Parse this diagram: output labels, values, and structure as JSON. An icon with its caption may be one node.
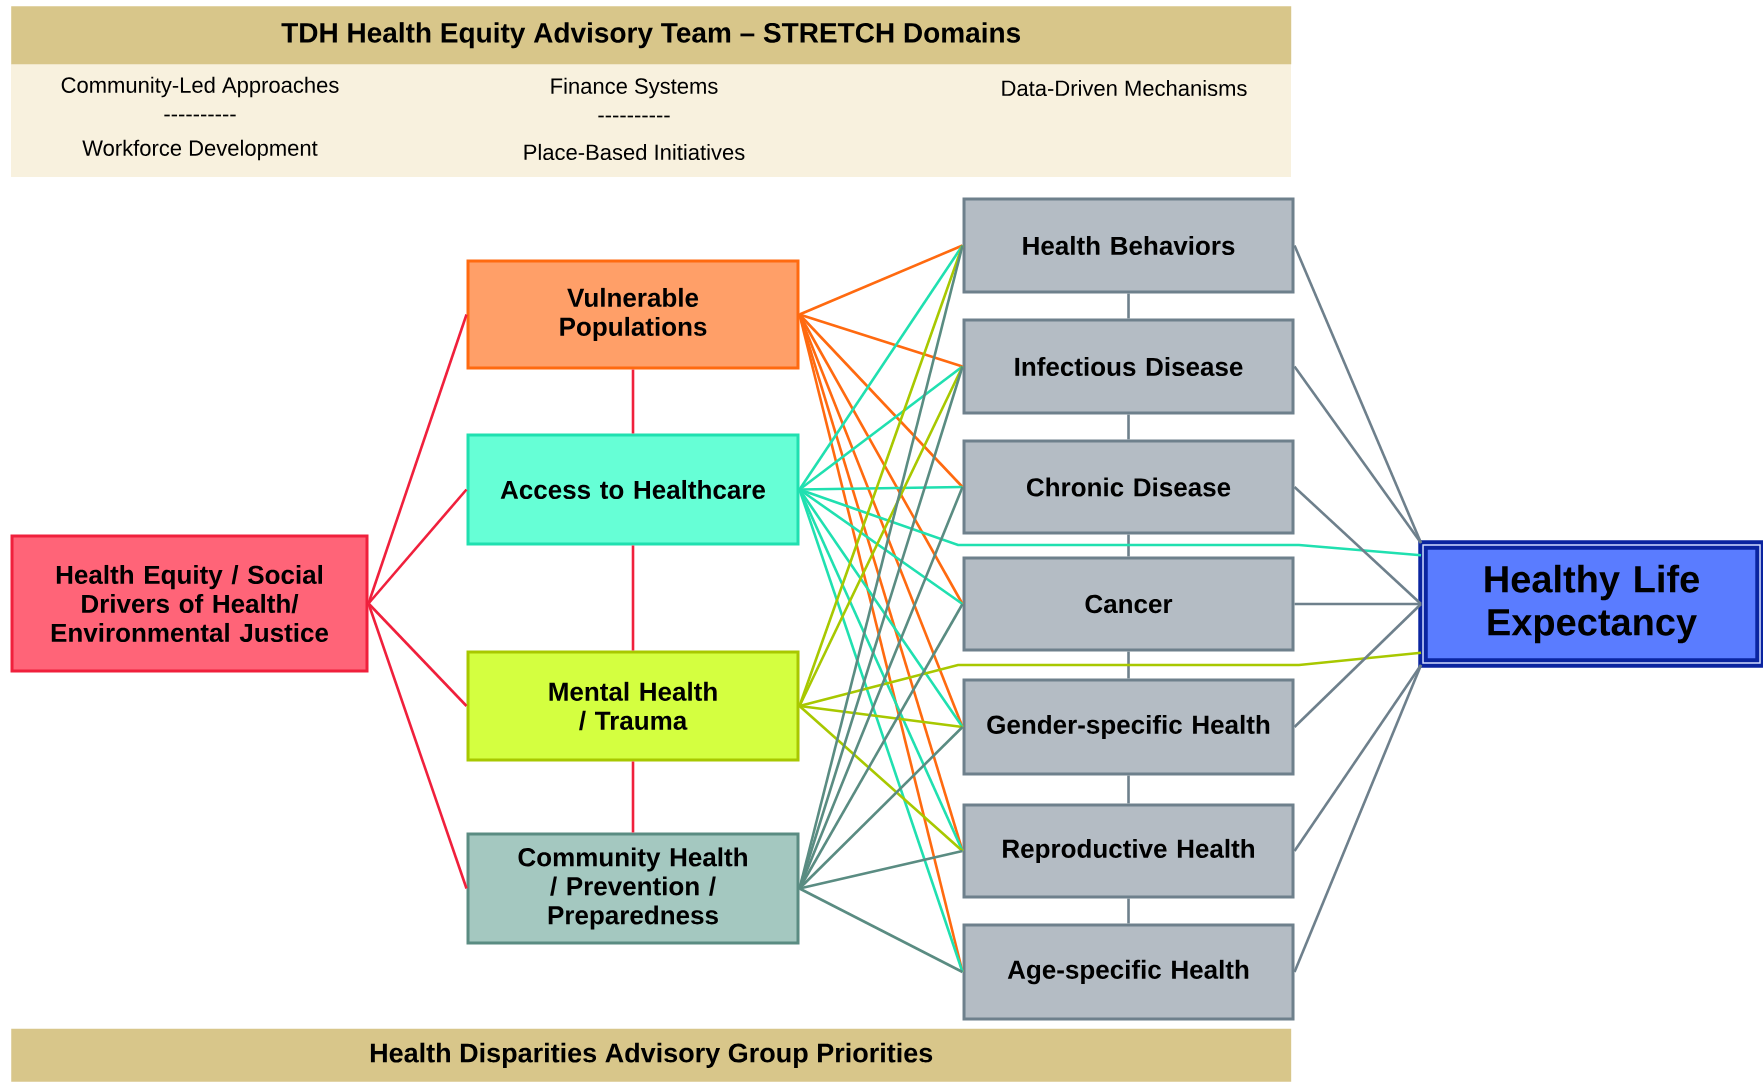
{
  "diagram": {
    "title": "TDH Health Equity Advisory Team – STRETCH Domains",
    "caption": "Health Disparities Advisory Group Priorities",
    "labels": [
      "Community-Led  Approaches",
      "----------",
      "Workforce Development",
      "Finance Systems",
      "----------",
      "Place-Based  Initiatives",
      "Data-Driven  Mechanisms"
    ],
    "nodes": [
      {
        "text": [
          "Health Equity / Social Drivers of Health/ Environmental Justice"
        ]
      },
      {
        "text": [
          "Vulnerable Populations"
        ]
      },
      {
        "text": [
          "Access to Healthcare"
        ]
      },
      {
        "text": [
          "Mental Health / Trauma"
        ]
      },
      {
        "text": [
          "Community Health / Prevention / Preparedness"
        ]
      },
      {
        "text": [
          "Health Behaviors"
        ]
      },
      {
        "text": [
          "Infectious Disease"
        ]
      },
      {
        "text": [
          "Chronic Disease"
        ]
      },
      {
        "text": [
          "Cancer"
        ]
      },
      {
        "text": [
          "Gender-specific Health"
        ]
      },
      {
        "text": [
          "Reproductive Health"
        ]
      },
      {
        "text": [
          "Age-specific Health"
        ]
      },
      {
        "text": [
          "Healthy Life Expectancy"
        ]
      }
    ],
    "edges": [
      {
        "from": 0,
        "to": 1,
        "arrow": "none",
        "color": "#f0203c"
      },
      {
        "from": 0,
        "to": 2,
        "arrow": "none",
        "color": "#f0203c"
      },
      {
        "from": 0,
        "to": 3,
        "arrow": "none",
        "color": "#f0203c"
      },
      {
        "from": 0,
        "to": 4,
        "arrow": "none",
        "color": "#f0203c"
      },
      {
        "from": 1,
        "to": 2,
        "arrow": "none",
        "color": "#f0203c"
      },
      {
        "from": 2,
        "to": 3,
        "arrow": "none",
        "color": "#f0203c"
      },
      {
        "from": 3,
        "to": 4,
        "arrow": "none",
        "color": "#f0203c"
      },
      {
        "from": 5,
        "to": 6,
        "arrow": "none",
        "color": "#6e808c"
      },
      {
        "from": 6,
        "to": 7,
        "arrow": "none",
        "color": "#6e808c"
      },
      {
        "from": 7,
        "to": 8,
        "arrow": "none",
        "color": "#6e808c"
      },
      {
        "from": 8,
        "to": 9,
        "arrow": "none",
        "color": "#6e808c"
      },
      {
        "from": 9,
        "to": 10,
        "arrow": "none",
        "color": "#6e808c"
      },
      {
        "from": 10,
        "to": 11,
        "arrow": "none",
        "color": "#6e808c"
      },
      {
        "from": 1,
        "to": 5,
        "arrow": "none",
        "color": "#ff6a10"
      },
      {
        "from": 1,
        "to": 6,
        "arrow": "none",
        "color": "#ff6a10"
      },
      {
        "from": 1,
        "to": 7,
        "arrow": "none",
        "color": "#ff6a10"
      },
      {
        "from": 1,
        "to": 8,
        "arrow": "none",
        "color": "#ff6a10"
      },
      {
        "from": 1,
        "to": 9,
        "arrow": "none",
        "color": "#ff6a10"
      },
      {
        "from": 1,
        "to": 10,
        "arrow": "none",
        "color": "#ff6a10"
      },
      {
        "from": 1,
        "to": 11,
        "arrow": "none",
        "color": "#ff6a10"
      },
      {
        "from": 2,
        "to": 5,
        "arrow": "none",
        "color": "#20e0b0"
      },
      {
        "from": 2,
        "to": 6,
        "arrow": "none",
        "color": "#20e0b0"
      },
      {
        "from": 2,
        "to": 7,
        "arrow": "none",
        "color": "#20e0b0"
      },
      {
        "from": 2,
        "to": 8,
        "arrow": "none",
        "color": "#20e0b0"
      },
      {
        "from": 2,
        "to": 9,
        "arrow": "none",
        "color": "#20e0b0"
      },
      {
        "from": 2,
        "to": 10,
        "arrow": "none",
        "color": "#20e0b0"
      },
      {
        "from": 2,
        "to": 11,
        "arrow": "none",
        "color": "#20e0b0"
      },
      {
        "from": 2,
        "to": 12,
        "arrow": "none",
        "color": "#20e0b0"
      },
      {
        "from": 3,
        "to": 5,
        "arrow": "none",
        "color": "#a8c800"
      },
      {
        "from": 3,
        "to": 6,
        "arrow": "none",
        "color": "#a8c800"
      },
      {
        "from": 3,
        "to": 9,
        "arrow": "none",
        "color": "#a8c800"
      },
      {
        "from": 3,
        "to": 10,
        "arrow": "none",
        "color": "#a8c800"
      },
      {
        "from": 3,
        "to": 12,
        "arrow": "none",
        "color": "#a8c800"
      },
      {
        "from": 4,
        "to": 5,
        "arrow": "none",
        "color": "#5a8c82"
      },
      {
        "from": 4,
        "to": 6,
        "arrow": "none",
        "color": "#5a8c82"
      },
      {
        "from": 4,
        "to": 7,
        "arrow": "none",
        "color": "#5a8c82"
      },
      {
        "from": 4,
        "to": 8,
        "arrow": "none",
        "color": "#5a8c82"
      },
      {
        "from": 4,
        "to": 9,
        "arrow": "none",
        "color": "#5a8c82"
      },
      {
        "from": 4,
        "to": 10,
        "arrow": "none",
        "color": "#5a8c82"
      },
      {
        "from": 4,
        "to": 11,
        "arrow": "none",
        "color": "#5a8c82"
      },
      {
        "from": 5,
        "to": 12,
        "arrow": "none",
        "color": "#6e808c"
      },
      {
        "from": 6,
        "to": 12,
        "arrow": "none",
        "color": "#6e808c"
      },
      {
        "from": 7,
        "to": 12,
        "arrow": "none",
        "color": "#6e808c"
      },
      {
        "from": 8,
        "to": 12,
        "arrow": "none",
        "color": "#6e808c"
      },
      {
        "from": 9,
        "to": 12,
        "arrow": "none",
        "color": "#6e808c"
      },
      {
        "from": 10,
        "to": 12,
        "arrow": "none",
        "color": "#6e808c"
      },
      {
        "from": 11,
        "to": 12,
        "arrow": "none",
        "color": "#6e808c"
      }
    ]
  }
}
